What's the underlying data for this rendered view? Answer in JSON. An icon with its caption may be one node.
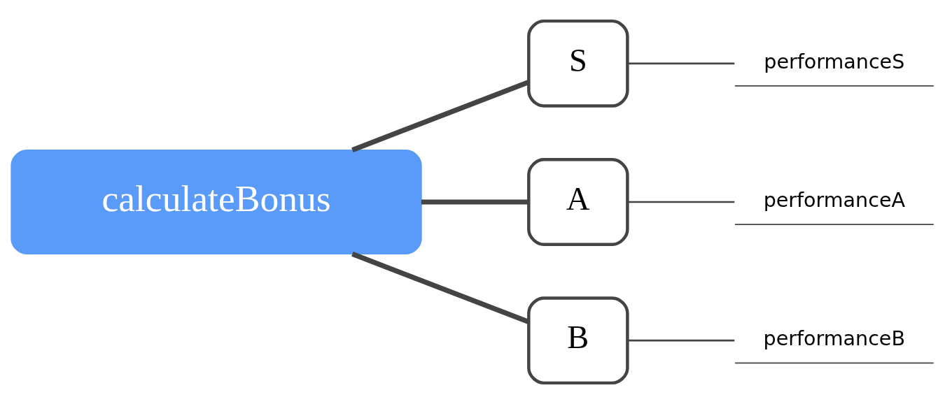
{
  "diagram": {
    "nodes": [
      {
        "text": [
          "calculateBonus"
        ]
      },
      {
        "text": [
          "S"
        ]
      },
      {
        "text": [
          "A"
        ]
      },
      {
        "text": [
          "B"
        ]
      },
      {
        "text": [
          "performanceS"
        ]
      },
      {
        "text": [
          "performanceA"
        ]
      },
      {
        "text": [
          "performanceB"
        ]
      }
    ],
    "edges": [
      {
        "from": 0,
        "to": 1,
        "arrow": "none",
        "style": "thick"
      },
      {
        "from": 0,
        "to": 2,
        "arrow": "none",
        "style": "thick"
      },
      {
        "from": 0,
        "to": 3,
        "arrow": "none",
        "style": "thick"
      },
      {
        "from": 1,
        "to": 4,
        "arrow": "none"
      },
      {
        "from": 2,
        "to": 5,
        "arrow": "none"
      },
      {
        "from": 3,
        "to": 6,
        "arrow": "none"
      }
    ]
  }
}
